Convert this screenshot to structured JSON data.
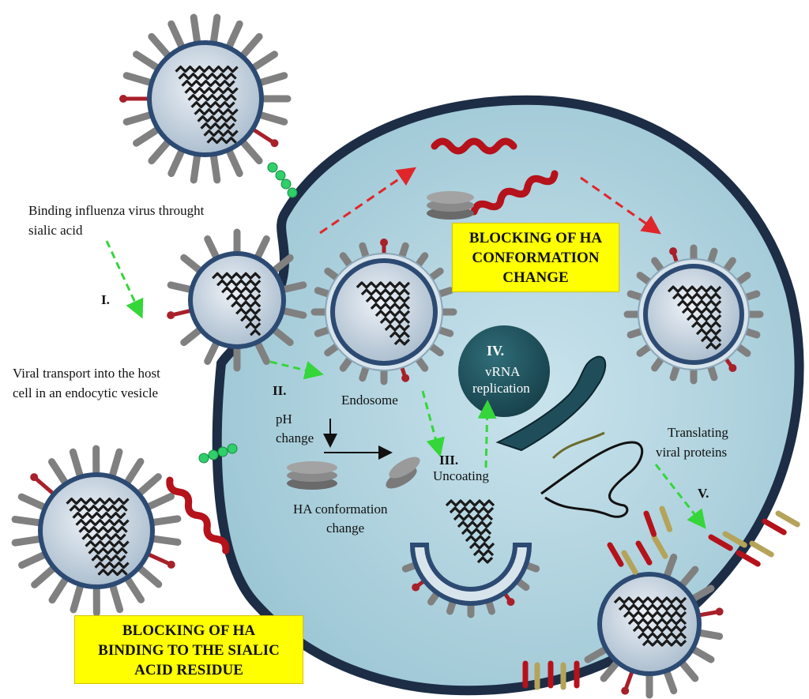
{
  "labels": {
    "binding_line1": "Binding influenza virus throught",
    "binding_line2": "sialic acid",
    "step1": "I.",
    "transport_line1": "Viral transport into the host",
    "transport_line2": "cell in an endocytic vesicle",
    "step2": "II.",
    "ph_line1": "pH",
    "ph_line2": "change",
    "endosome": "Endosome",
    "ha_line1": "HA conformation",
    "ha_line2": "change",
    "step3": "III.",
    "uncoating": "Uncoating",
    "step4": "IV.",
    "vrna_line1": "vRNA",
    "vrna_line2": "replication",
    "translating_line1": "Translating",
    "translating_line2": "viral proteins",
    "step5": "V."
  },
  "boxes": {
    "conformation": [
      "BLOCKING OF HA",
      "CONFORMATION",
      "CHANGE"
    ],
    "sialic": [
      "BLOCKING OF HA",
      "BINDING TO THE SIALIC",
      "ACID RESIDUE"
    ]
  },
  "colors": {
    "cell_fill": "#a9d0dc",
    "cell_border": "#1c2d45",
    "nucleus": "#1e4e5a",
    "virus_core": "#c8d6e3",
    "virus_envelope": "#2c4a72",
    "spike_ha": "#808080",
    "spike_na": "#a8202a",
    "box_fill": "#ffff00",
    "arrow_green": "#35d63a",
    "arrow_red": "#e0262a"
  }
}
